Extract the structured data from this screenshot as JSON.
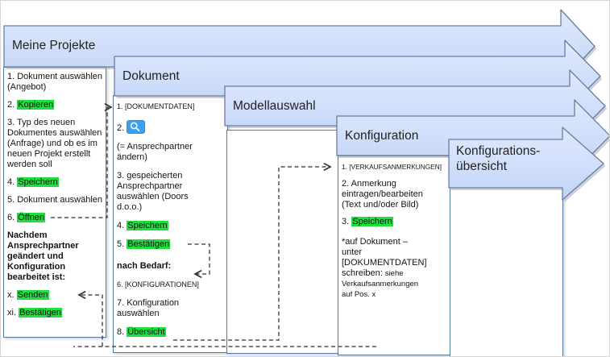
{
  "colors": {
    "highlight_green": "#1fdf3e",
    "banner_fill_top": "#dfe8fc",
    "banner_fill_bottom": "#c2d5f6",
    "banner_border": "#6b7c9d",
    "box_border": "#4f7ba7",
    "connector": "#2f2f2f",
    "icon_button_blue": "#3aa0f0"
  },
  "banners": [
    {
      "id": "meine-projekte",
      "label_lines": [
        "Meine Projekte"
      ]
    },
    {
      "id": "dokument",
      "label_lines": [
        "Dokument"
      ]
    },
    {
      "id": "modellauswahl",
      "label_lines": [
        "Modellauswahl"
      ]
    },
    {
      "id": "konfiguration",
      "label_lines": [
        "Konfiguration"
      ]
    },
    {
      "id": "konfigurations-uebersicht",
      "label_lines": [
        "Konfigurations-",
        "übersicht"
      ]
    }
  ],
  "columns": [
    {
      "banner": "meine-projekte",
      "paragraphs": [
        {
          "lines": [
            [
              {
                "t": "1. Dokument auswählen"
              }
            ],
            [
              {
                "t": "(Angebot)"
              }
            ]
          ]
        },
        {
          "lines": [
            [
              {
                "t": "2. "
              },
              {
                "t": "Kopieren",
                "hl": true
              }
            ]
          ]
        },
        {
          "lines": [
            [
              {
                "t": "3. Typ des neuen"
              }
            ],
            [
              {
                "t": "Dokumentes auswählen"
              }
            ],
            [
              {
                "t": "(Anfrage) und ob es im"
              }
            ],
            [
              {
                "t": "neuen Projekt erstellt"
              }
            ],
            [
              {
                "t": "werden soll"
              }
            ]
          ]
        },
        {
          "lines": [
            [
              {
                "t": "4. "
              },
              {
                "t": "Speichern",
                "hl": true
              }
            ]
          ]
        },
        {
          "lines": [
            [
              {
                "t": "5. Dokument auswählen"
              }
            ]
          ]
        },
        {
          "lines": [
            [
              {
                "t": "6. "
              },
              {
                "t": "Öffnen",
                "hl": true
              }
            ]
          ]
        },
        {
          "bold": true,
          "lines": [
            [
              {
                "t": "Nachdem"
              }
            ],
            [
              {
                "t": "Ansprechpartner"
              }
            ],
            [
              {
                "t": "geändert und"
              }
            ],
            [
              {
                "t": "Konfiguration"
              }
            ],
            [
              {
                "t": "bearbeitet ist:"
              }
            ]
          ]
        },
        {
          "lines": [
            [
              {
                "t": "x. "
              },
              {
                "t": "Senden",
                "hl": true
              }
            ]
          ]
        },
        {
          "lines": [
            [
              {
                "t": "xi. "
              },
              {
                "t": "Bestätigen",
                "hl": true
              }
            ]
          ]
        }
      ]
    },
    {
      "banner": "dokument",
      "paragraphs": [
        {
          "lines": [
            [
              {
                "t": "1. [DOKUMENTDATEN]",
                "sz": "sm9"
              }
            ]
          ]
        },
        {
          "lines": [
            [
              {
                "t": "2. "
              },
              {
                "icon": "search"
              }
            ]
          ]
        },
        {
          "lines": [
            [
              {
                "t": "(= Ansprechpartner"
              }
            ],
            [
              {
                "t": "ändern)"
              }
            ]
          ]
        },
        {
          "lines": [
            [
              {
                "t": "3. gespeicherten"
              }
            ],
            [
              {
                "t": "Ansprechpartner"
              }
            ],
            [
              {
                "t": "auswählen (Doors"
              }
            ],
            [
              {
                "t": "d.o.o.)"
              }
            ]
          ]
        },
        {
          "lines": [
            [
              {
                "t": "4. "
              },
              {
                "t": "Speichern",
                "hl": true
              }
            ]
          ]
        },
        {
          "lines": [
            [
              {
                "t": "5. "
              },
              {
                "t": "Bestätigen",
                "hl": true
              }
            ]
          ]
        },
        {
          "bold": true,
          "gap": true,
          "lines": [
            [
              {
                "t": "nach Bedarf:"
              }
            ]
          ]
        },
        {
          "lines": [
            [
              {
                "t": "6. [KONFIGURATIONEN]",
                "sz": "sm9"
              }
            ]
          ]
        },
        {
          "lines": [
            [
              {
                "t": "7. Konfiguration"
              }
            ],
            [
              {
                "t": "auswählen"
              }
            ]
          ]
        },
        {
          "lines": [
            [
              {
                "t": "8. "
              },
              {
                "t": "Übersicht",
                "hl": true
              }
            ]
          ]
        }
      ]
    },
    {
      "banner": "modellauswahl",
      "paragraphs": []
    },
    {
      "banner": "konfiguration",
      "paragraphs": [
        {
          "lines": [
            [
              {
                "t": "1. [VERKAUFSANMERKUNGEN]",
                "sz": "xs"
              }
            ]
          ]
        },
        {
          "lines": [
            [
              {
                "t": "2. Anmerkung"
              }
            ],
            [
              {
                "t": "eintragen/bearbeiten"
              }
            ],
            [
              {
                "t": "(Text und/oder Bild)"
              }
            ]
          ]
        },
        {
          "lines": [
            [
              {
                "t": "3. "
              },
              {
                "t": "Speichern",
                "hl": true
              }
            ]
          ]
        },
        {
          "gap": true,
          "lines": [
            [
              {
                "t": "*auf Dokument –"
              }
            ],
            [
              {
                "t": "unter"
              }
            ],
            [
              {
                "t": "[DOKUMENTDATEN]"
              }
            ],
            [
              {
                "t": "schreiben: "
              },
              {
                "t": "siehe",
                "sz": "s"
              }
            ],
            [
              {
                "t": "Verkaufsanmerkungen",
                "sz": "s"
              }
            ],
            [
              {
                "t": "auf Pos. x",
                "sz": "s"
              }
            ]
          ]
        }
      ]
    },
    {
      "banner": "konfigurations-uebersicht",
      "paragraphs": []
    }
  ]
}
